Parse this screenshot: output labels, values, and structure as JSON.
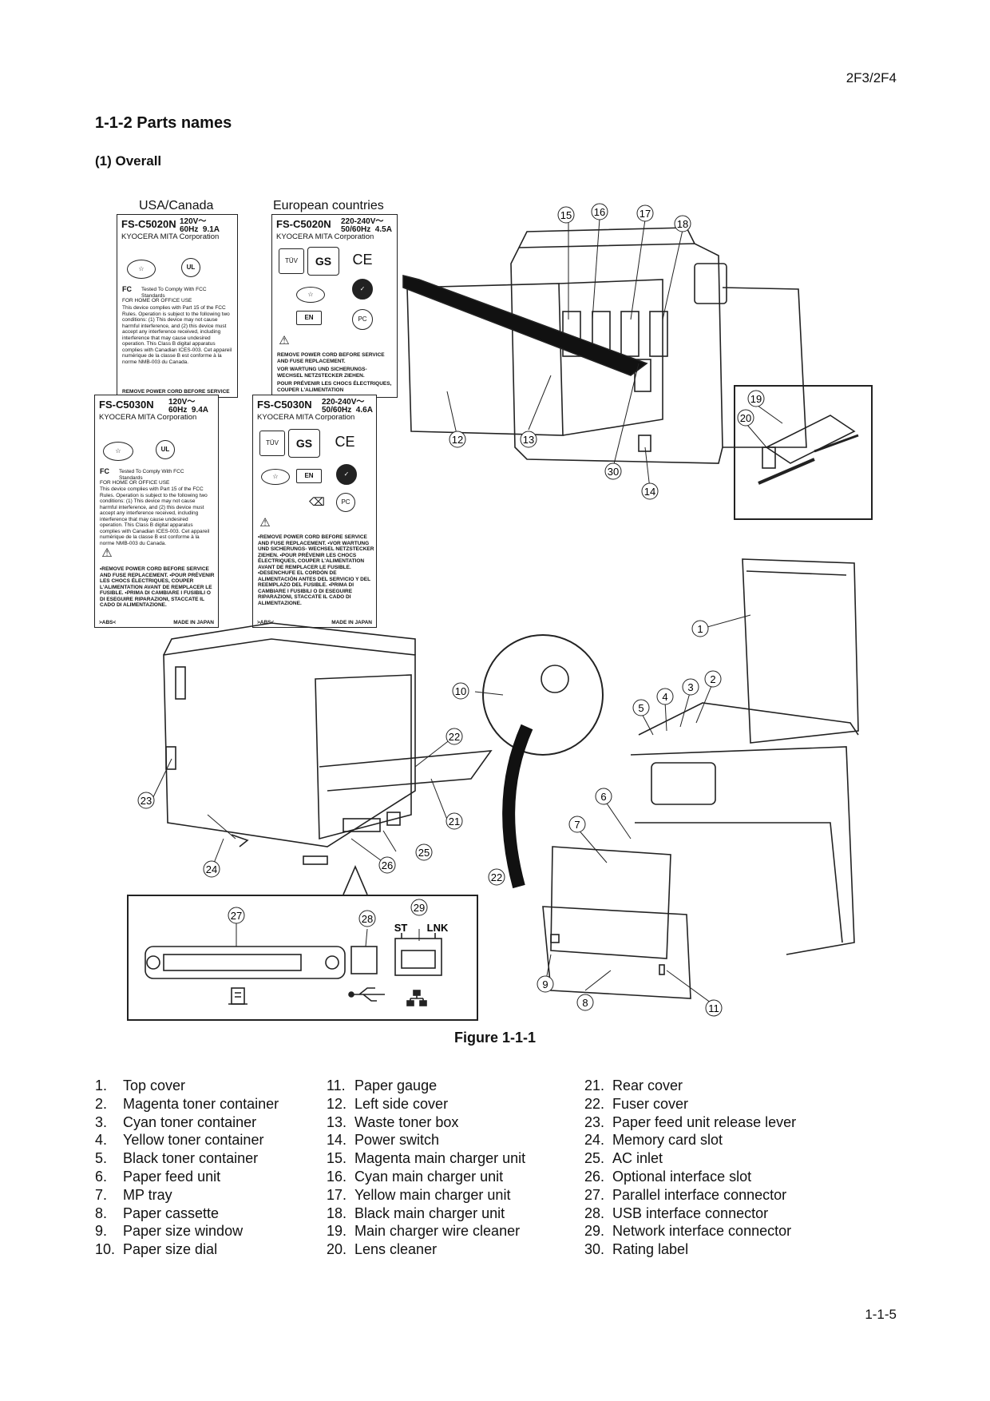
{
  "header": {
    "doc_code": "2F3/2F4"
  },
  "section_title": "1-1-2  Parts names",
  "subsection_title": "(1) Overall",
  "figure": {
    "region_usa": "USA/Canada",
    "region_eu": "European countries",
    "caption": "Figure 1-1-1",
    "connector_labels": {
      "st": "ST",
      "lnk": "LNK"
    },
    "callouts": [
      "1",
      "2",
      "3",
      "4",
      "5",
      "6",
      "7",
      "8",
      "9",
      "10",
      "11",
      "12",
      "13",
      "14",
      "15",
      "16",
      "17",
      "18",
      "19",
      "20",
      "21",
      "22",
      "23",
      "24",
      "25",
      "26",
      "27",
      "28",
      "29",
      "30"
    ]
  },
  "labels": {
    "usa_c5020": {
      "model": "FS-C5020N",
      "rating": "120V〜\n60Hz  9.1A",
      "corp": "KYOCERA MITA Corporation",
      "fcc": "Tested To Comply With FCC Standards",
      "fcc_sub": "FOR HOME OR OFFICE USE",
      "text": "This device complies with Part 15 of the FCC Rules. Operation is subject to the following two conditions: (1) This device may not cause harmful interference, and (2) this device must accept any interference received, including interference that may cause undesired operation. This Class B digital apparatus complies with Canadian ICES-003. Cet appareil numérique de la classe B est conforme à la norme NMB-003 du Canada.",
      "warn": "REMOVE POWER CORD BEFORE SERVICE"
    },
    "eu_c5020": {
      "model": "FS-C5020N",
      "rating": "220-240V〜\n50/60Hz  4.5A",
      "corp": "KYOCERA MITA Corporation",
      "warn": [
        "REMOVE POWER CORD BEFORE SERVICE AND FUSE REPLACEMENT.",
        "VOR WARTUNG UND SICHERUNGS- WECHSEL NETZSTECKER ZIEHEN.",
        "POUR PRÉVENIR LES CHOCS ÉLECTRIQUES, COUPER L'ALIMENTATION"
      ]
    },
    "usa_c5030": {
      "model": "FS-C5030N",
      "rating": "120V〜\n60Hz  9.4A",
      "corp": "KYOCERA MITA Corporation",
      "fcc": "Tested To Comply With FCC Standards",
      "fcc_sub": "FOR HOME OR OFFICE USE",
      "text": "This device complies with Part 15 of the FCC Rules. Operation is subject to the following two conditions: (1) This device may not cause harmful interference, and (2) this device must accept any interference received, including interference that may cause undesired operation. This Class B digital apparatus complies with Canadian ICES-003. Cet appareil numérique de la classe B est conforme à la norme NMB-003 du Canada.",
      "warn": "•REMOVE POWER CORD BEFORE SERVICE AND FUSE REPLACEMENT. •POUR PRÉVENIR LES CHOCS ÉLECTRIQUES, COUPER L'ALIMENTATION AVANT DE REMPLACER LE FUSIBLE. •PRIMA DI CAMBIARE I FUSIBILI O DI ESEGUIRE RIPARAZIONI, STACCATE IL CADO DI ALIMENTAZIONE.",
      "foot_left": ">ABS<",
      "foot_right": "MADE IN JAPAN"
    },
    "eu_c5030": {
      "model": "FS-C5030N",
      "rating": "220-240V〜\n50/60Hz  4.6A",
      "corp": "KYOCERA MITA Corporation",
      "warn": "•REMOVE POWER CORD BEFORE SERVICE AND FUSE REPLACEMENT. •VOR WARTUNG UND SICHERUNGS- WECHSEL NETZSTECKER ZIEHEN. •POUR PRÉVENIR LES CHOCS ÉLECTRIQUES, COUPER L'ALIMENTATION AVANT DE REMPLACER LE FUSIBLE. •DESENCHUFE EL CORDÓN DE ALIMENTACIÓN ANTES DEL SERVICIO Y DEL REEMPLAZO DEL FUSIBLE. •PRIMA DI CAMBIARE I FUSIBILI O DI ESEGUIRE RIPARAZIONI, STACCATE IL CADO DI ALIMENTAZIONE.",
      "foot_left": ">ABS<",
      "foot_right": "MADE IN JAPAN"
    }
  },
  "parts_columns": [
    [
      {
        "num": "1.",
        "name": "Top cover"
      },
      {
        "num": "2.",
        "name": "Magenta toner container"
      },
      {
        "num": "3.",
        "name": "Cyan toner container"
      },
      {
        "num": "4.",
        "name": "Yellow toner container"
      },
      {
        "num": "5.",
        "name": "Black toner container"
      },
      {
        "num": "6.",
        "name": "Paper feed unit"
      },
      {
        "num": "7.",
        "name": "MP tray"
      },
      {
        "num": "8.",
        "name": "Paper cassette"
      },
      {
        "num": "9.",
        "name": "Paper size window"
      },
      {
        "num": "10.",
        "name": "Paper size dial"
      }
    ],
    [
      {
        "num": "11.",
        "name": "Paper gauge"
      },
      {
        "num": "12.",
        "name": "Left side cover"
      },
      {
        "num": "13.",
        "name": "Waste toner box"
      },
      {
        "num": "14.",
        "name": "Power switch"
      },
      {
        "num": "15.",
        "name": "Magenta main charger unit"
      },
      {
        "num": "16.",
        "name": "Cyan main charger unit"
      },
      {
        "num": "17.",
        "name": "Yellow main charger unit"
      },
      {
        "num": "18.",
        "name": "Black main charger unit"
      },
      {
        "num": "19.",
        "name": "Main charger wire cleaner"
      },
      {
        "num": "20.",
        "name": "Lens cleaner"
      }
    ],
    [
      {
        "num": "21.",
        "name": "Rear cover"
      },
      {
        "num": "22.",
        "name": "Fuser cover"
      },
      {
        "num": "23.",
        "name": "Paper feed unit release lever"
      },
      {
        "num": "24.",
        "name": "Memory card slot"
      },
      {
        "num": "25.",
        "name": "AC inlet"
      },
      {
        "num": "26.",
        "name": "Optional interface slot"
      },
      {
        "num": "27.",
        "name": "Parallel interface connector"
      },
      {
        "num": "28.",
        "name": "USB interface connector"
      },
      {
        "num": "29.",
        "name": "Network interface connector"
      },
      {
        "num": "30.",
        "name": "Rating label"
      }
    ]
  ],
  "footer": {
    "page_number": "1-1-5"
  }
}
